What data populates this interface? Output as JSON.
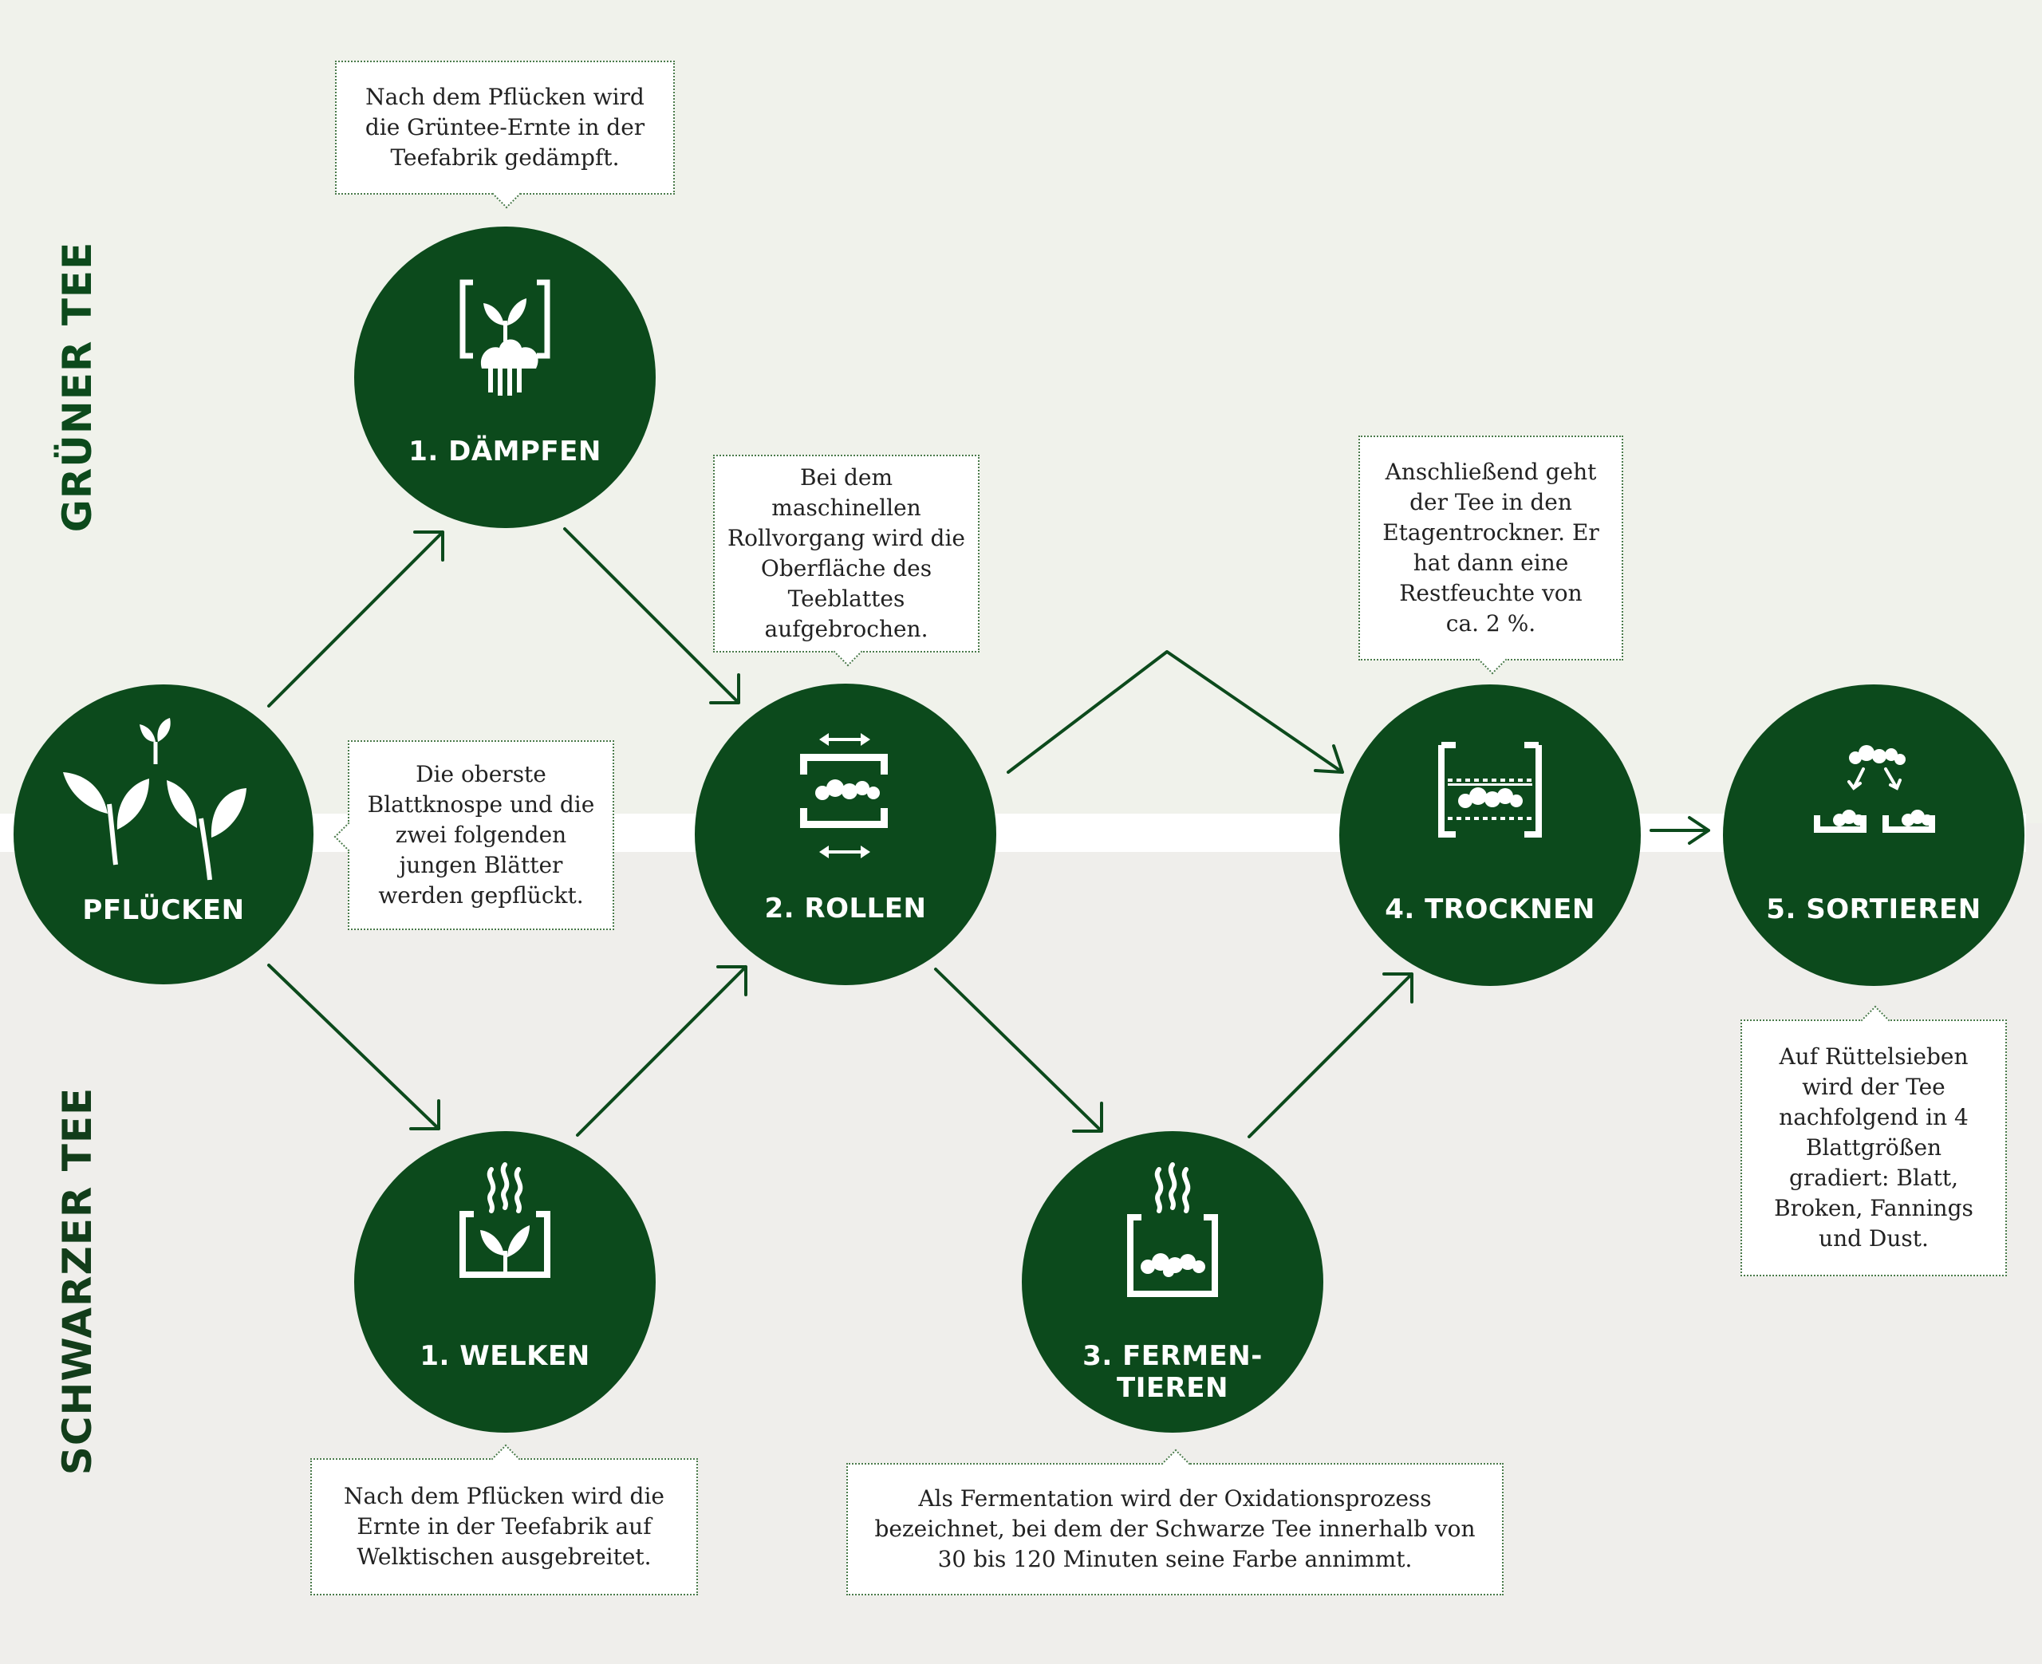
{
  "labels": {
    "green_tea": "GRÜNER TEE",
    "black_tea": "SCHWARZER TEE"
  },
  "steps": {
    "pfluecken": "PFLÜCKEN",
    "daempfen": "1. DÄMPFEN",
    "welken": "1. WELKEN",
    "rollen": "2. ROLLEN",
    "fermentieren": "3. FERMEN-\nTIEREN",
    "trocknen": "4. TROCKNEN",
    "sortieren": "5. SORTIEREN"
  },
  "notes": {
    "daempfen": "Nach dem Pflücken wird\ndie Grüntee-Ernte in der\nTeefabrik gedämpft.",
    "pfluecken": "Die oberste\nBlattknospe und die\nzwei folgenden\njungen Blätter\nwerden gepflückt.",
    "rollen": "Bei dem maschinellen\nRollvorgang wird die\nOberfläche des\nTeeblattes\naufgebrochen.",
    "trocknen": "Anschließend geht\nder Tee in den\nEtagentrockner. Er\nhat dann eine\nRestfeuchte von\nca. 2 %.",
    "sortieren": "Auf Rüttelsieben\nwird der Tee\nnachfolgend in 4\nBlattgrößen\ngradiert: Blatt,\nBroken, Fannings\nund Dust.",
    "welken": "Nach dem Pflücken wird die\nErnte in der Teefabrik auf\nWelktischen ausgebreitet.",
    "fermentieren": "Als Fermentation wird der Oxidationsprozess\nbezeichnet, bei dem der Schwarze Tee innerhalb von\n30 bis 120 Minuten seine Farbe annimmt."
  },
  "colors": {
    "dark_green": "#0c4a1c",
    "bg_top": "#f0f2eb",
    "bg_bottom": "#efeeeb",
    "white": "#ffffff"
  }
}
